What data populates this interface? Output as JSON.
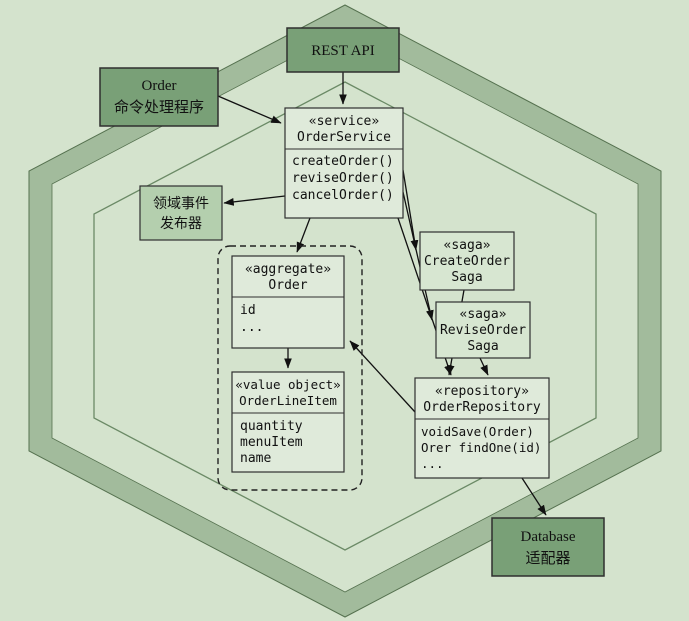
{
  "diagram": {
    "rest_api": {
      "label": "REST API"
    },
    "command_handler": {
      "line1": "Order",
      "line2": "命令处理程序"
    },
    "order_service": {
      "stereotype": "«service»",
      "name": "OrderService",
      "methods": [
        "createOrder()",
        "reviseOrder()",
        "cancelOrder()"
      ]
    },
    "event_publisher": {
      "line1": "领域事件",
      "line2": "发布器"
    },
    "aggregate": {
      "stereotype": "«aggregate»",
      "name": "Order",
      "fields": [
        "id",
        "..."
      ]
    },
    "value_object": {
      "stereotype": "«value object»",
      "name": "OrderLineItem",
      "fields": [
        "quantity",
        "menuItem",
        "name"
      ]
    },
    "create_saga": {
      "stereotype": "«saga»",
      "line1": "CreateOrder",
      "line2": "Saga"
    },
    "revise_saga": {
      "stereotype": "«saga»",
      "line1": "ReviseOrder",
      "line2": "Saga"
    },
    "repository": {
      "stereotype": "«repository»",
      "name": "OrderRepository",
      "methods": [
        "voidSave(Order)",
        "Orer findOne(id)",
        "..."
      ]
    },
    "database_adapter": {
      "line1": "Database",
      "line2": "适配器"
    },
    "colors": {
      "page_background": "#d4e3cd",
      "hexagon_band": "#a2bb9c",
      "hexagon_edge": "#55714f",
      "inner_hexagon_line": "#6b8a66",
      "dark_box": "#79a077",
      "medium_box": "#b4cfae",
      "light_box": "#dfeada",
      "line": "#111111"
    }
  }
}
